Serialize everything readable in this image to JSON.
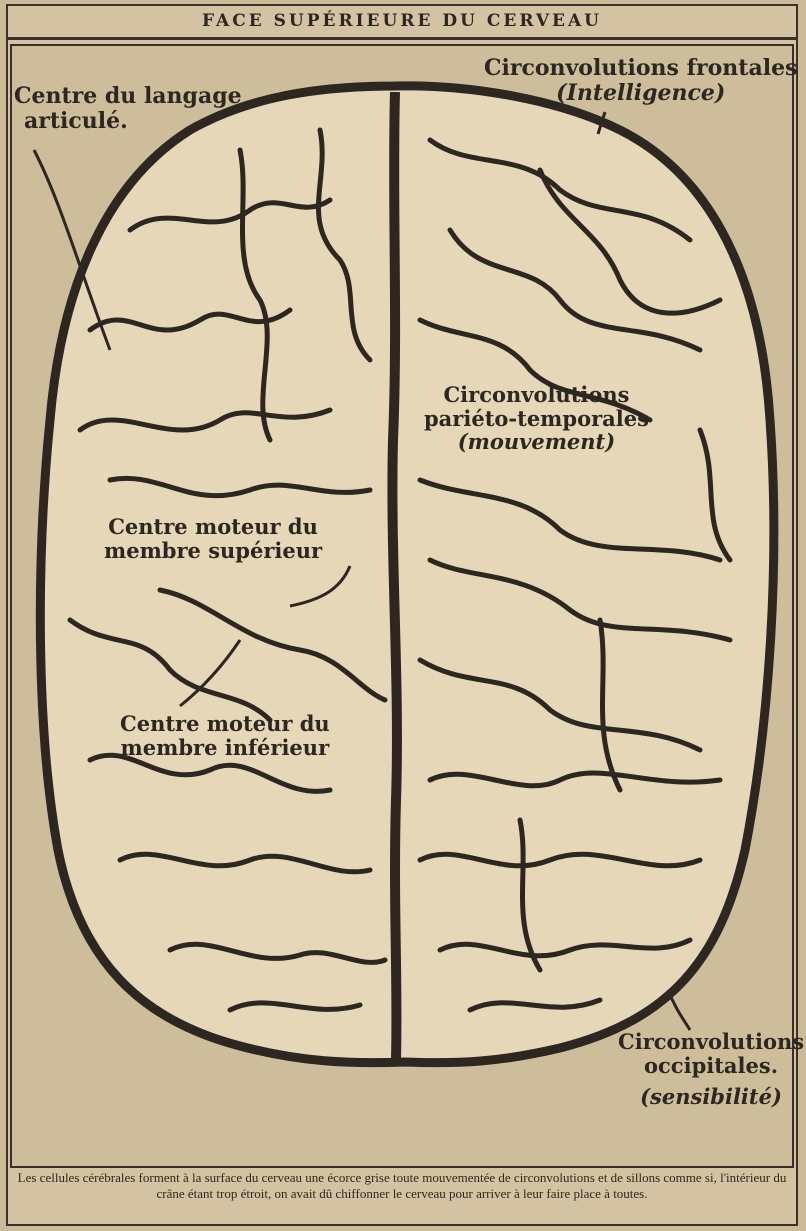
{
  "title": "FACE SUPÉRIEURE DU CERVEAU",
  "labels": {
    "frontal_line1": "Circonvolutions frontales",
    "frontal_line2": "(Intelligence)",
    "langage_line1": "Centre du langage",
    "langage_line2": "articulé.",
    "parieto_line1": "Circonvolutions",
    "parieto_line2": "pariéto-temporales",
    "parieto_line3": "(mouvement)",
    "sup_line1": "Centre moteur du",
    "sup_line2": "membre supérieur",
    "inf_line1": "Centre moteur du",
    "inf_line2": "membre inférieur",
    "occ_line1": "Circonvolutions",
    "occ_line2": "occipitales.",
    "occ_line3": "(sensibilité)"
  },
  "caption": "Les cellules cérébrales forment à la surface du cerveau une écorce grise toute mouvementée de circonvolutions et de sillons comme si, l'intérieur du crâne étant trop étroit, on avait dû chiffonner le cerveau pour arriver à leur faire place à toutes.",
  "colors": {
    "ink": "#2e2620",
    "paper": "#cdbd9b",
    "brain": "#e6d7b8"
  }
}
